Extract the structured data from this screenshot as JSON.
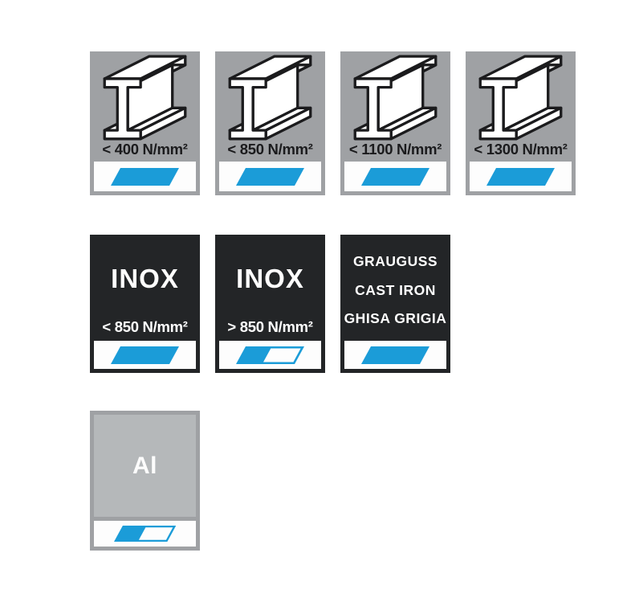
{
  "colors": {
    "page_bg": "#ffffff",
    "steel_gray": "#9fa1a4",
    "alu_gray_light": "#b5b8ba",
    "black_tile": "#232527",
    "blue": "#1b9cd8",
    "strip_white": "#fdfdfd",
    "dark_text": "#1b1b1d",
    "light_text": "#ffffff"
  },
  "legend": {
    "steel": [
      {
        "label": "< 400 N/mm²",
        "icon": "steel-i-beam",
        "swatch": "full-blue-parallelogram"
      },
      {
        "label": "< 850 N/mm²",
        "icon": "steel-i-beam",
        "swatch": "full-blue-parallelogram"
      },
      {
        "label": "< 1100 N/mm²",
        "icon": "steel-i-beam",
        "swatch": "full-blue-parallelogram"
      },
      {
        "label": "< 1300 N/mm²",
        "icon": "steel-i-beam",
        "swatch": "full-blue-parallelogram"
      }
    ],
    "inox": [
      {
        "title": "INOX",
        "label": "< 850 N/mm²",
        "swatch": "full-blue-parallelogram"
      },
      {
        "title": "INOX",
        "label": "> 850 N/mm²",
        "swatch": "split-blue-white-parallelogram"
      }
    ],
    "cast_iron": {
      "lines": [
        "GRAUGUSS",
        "CAST IRON",
        "GHISA GRIGIA"
      ],
      "swatch": "full-blue-parallelogram"
    },
    "aluminium": {
      "label": "Al",
      "swatch": "split-blue-white-parallelogram"
    }
  }
}
